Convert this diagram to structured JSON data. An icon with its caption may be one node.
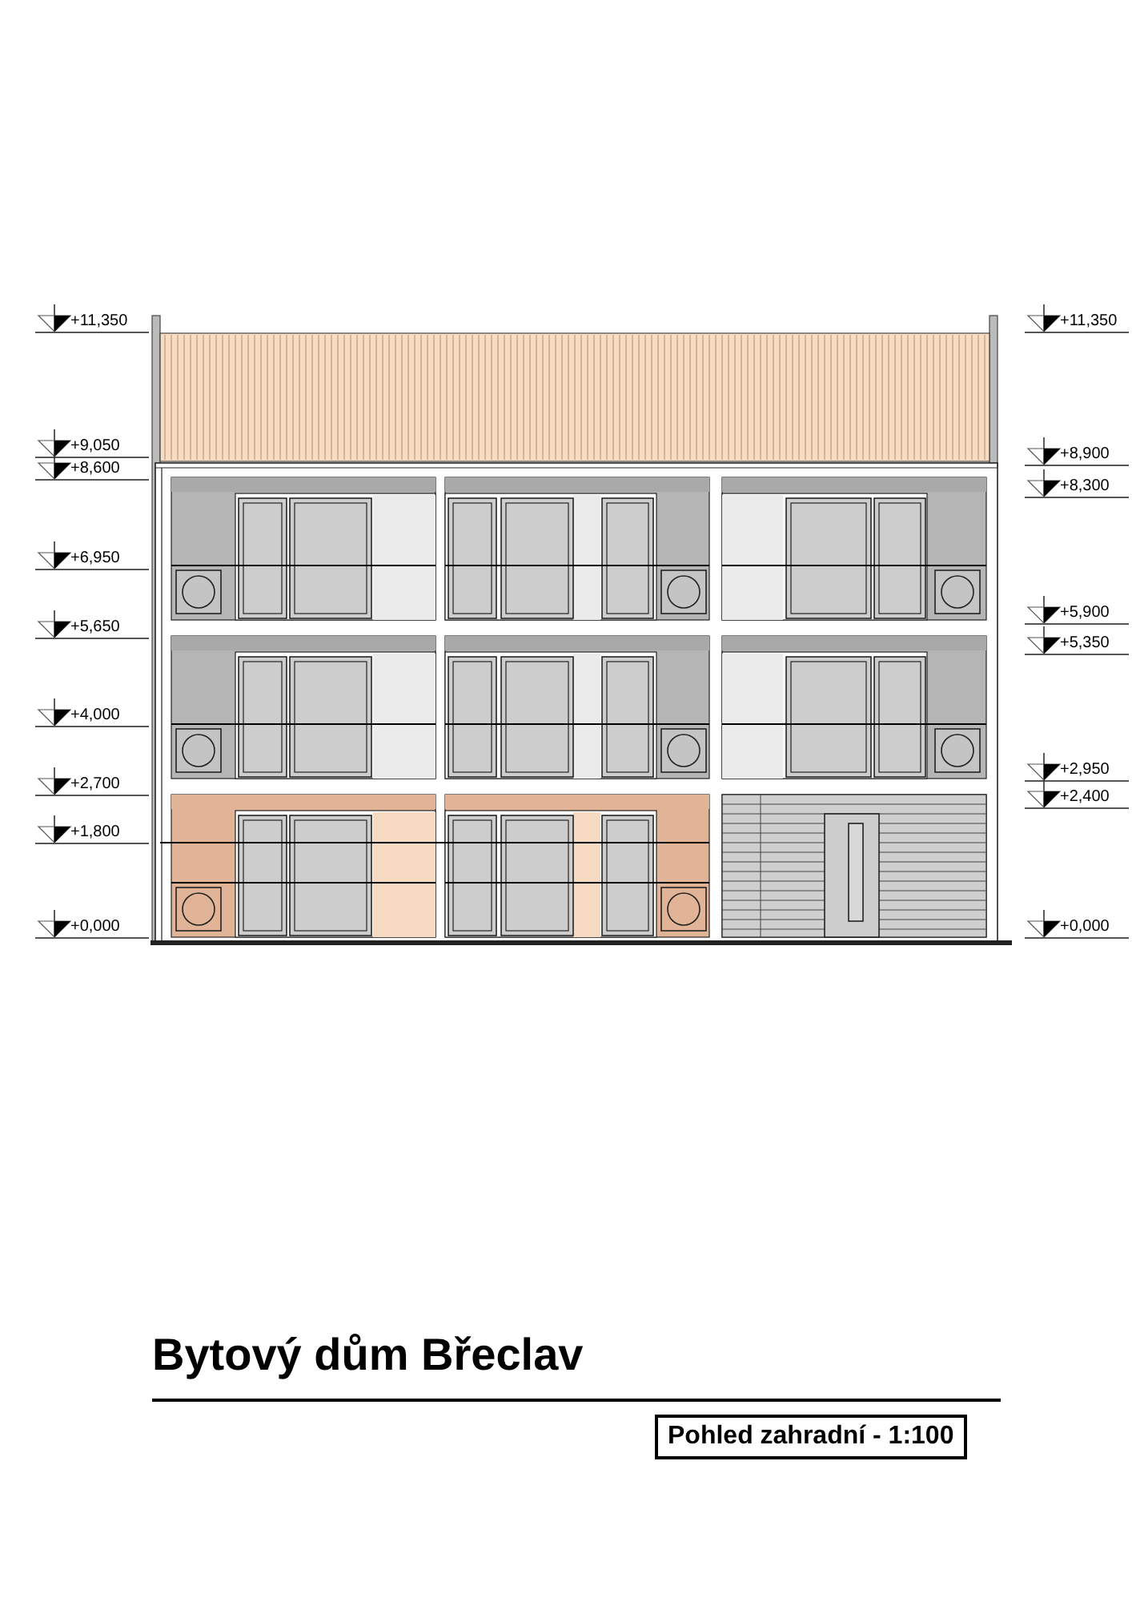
{
  "diagram": {
    "title": "Bytový dům Břeclav",
    "caption": "Pohled zahradní - 1:100",
    "labels": [
      "+11,350",
      "+9,050",
      "+8,600",
      "+6,950",
      "+5,650",
      "+4,000",
      "+2,700",
      "+1,800",
      "+0,000",
      "+11,350",
      "+8,900",
      "+8,300",
      "+5,900",
      "+5,350",
      "+2,950",
      "+2,400",
      "+0,000"
    ]
  }
}
